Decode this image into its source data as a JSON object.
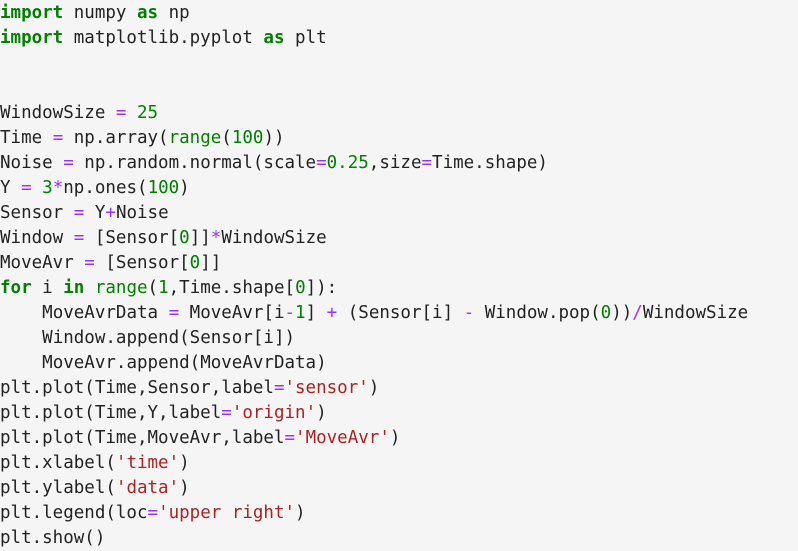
{
  "editor": {
    "language": "python",
    "background_color": "#f5f5f5",
    "default_text_color": "#222222",
    "palette": {
      "keyword": "#007f00",
      "number": "#008000",
      "builtin": "#008000",
      "operator": "#9b30ff",
      "string": "#aa2222",
      "text": "#222222"
    },
    "lines": [
      {
        "index": 1,
        "indent": 0,
        "tokens": [
          {
            "t": "import",
            "c": "kw"
          },
          {
            "t": " numpy ",
            "c": "text"
          },
          {
            "t": "as",
            "c": "kw"
          },
          {
            "t": " np",
            "c": "text"
          }
        ]
      },
      {
        "index": 2,
        "indent": 0,
        "tokens": [
          {
            "t": "import",
            "c": "kw"
          },
          {
            "t": " matplotlib.pyplot ",
            "c": "text"
          },
          {
            "t": "as",
            "c": "kw"
          },
          {
            "t": " plt",
            "c": "text"
          }
        ]
      },
      {
        "index": 3,
        "indent": 0,
        "tokens": []
      },
      {
        "index": 4,
        "indent": 0,
        "tokens": []
      },
      {
        "index": 5,
        "indent": 0,
        "tokens": [
          {
            "t": "WindowSize ",
            "c": "text"
          },
          {
            "t": "=",
            "c": "op"
          },
          {
            "t": " ",
            "c": "text"
          },
          {
            "t": "25",
            "c": "num"
          }
        ]
      },
      {
        "index": 6,
        "indent": 0,
        "tokens": [
          {
            "t": "Time ",
            "c": "text"
          },
          {
            "t": "=",
            "c": "op"
          },
          {
            "t": " np.array(",
            "c": "text"
          },
          {
            "t": "range",
            "c": "builtin"
          },
          {
            "t": "(",
            "c": "text"
          },
          {
            "t": "100",
            "c": "num"
          },
          {
            "t": "))",
            "c": "text"
          }
        ]
      },
      {
        "index": 7,
        "indent": 0,
        "tokens": [
          {
            "t": "Noise ",
            "c": "text"
          },
          {
            "t": "=",
            "c": "op"
          },
          {
            "t": " np.random.normal(scale",
            "c": "text"
          },
          {
            "t": "=",
            "c": "op"
          },
          {
            "t": "0.25",
            "c": "num"
          },
          {
            "t": ",size",
            "c": "text"
          },
          {
            "t": "=",
            "c": "op"
          },
          {
            "t": "Time.shape)",
            "c": "text"
          }
        ]
      },
      {
        "index": 8,
        "indent": 0,
        "tokens": [
          {
            "t": "Y ",
            "c": "text"
          },
          {
            "t": "=",
            "c": "op"
          },
          {
            "t": " ",
            "c": "text"
          },
          {
            "t": "3",
            "c": "num"
          },
          {
            "t": "*",
            "c": "op"
          },
          {
            "t": "np.ones(",
            "c": "text"
          },
          {
            "t": "100",
            "c": "num"
          },
          {
            "t": ")",
            "c": "text"
          }
        ]
      },
      {
        "index": 9,
        "indent": 0,
        "tokens": [
          {
            "t": "Sensor ",
            "c": "text"
          },
          {
            "t": "=",
            "c": "op"
          },
          {
            "t": " Y",
            "c": "text"
          },
          {
            "t": "+",
            "c": "op"
          },
          {
            "t": "Noise",
            "c": "text"
          }
        ]
      },
      {
        "index": 10,
        "indent": 0,
        "tokens": [
          {
            "t": "Window ",
            "c": "text"
          },
          {
            "t": "=",
            "c": "op"
          },
          {
            "t": " [Sensor[",
            "c": "text"
          },
          {
            "t": "0",
            "c": "num"
          },
          {
            "t": "]]",
            "c": "text"
          },
          {
            "t": "*",
            "c": "op"
          },
          {
            "t": "WindowSize",
            "c": "text"
          }
        ]
      },
      {
        "index": 11,
        "indent": 0,
        "tokens": [
          {
            "t": "MoveAvr ",
            "c": "text"
          },
          {
            "t": "=",
            "c": "op"
          },
          {
            "t": " [Sensor[",
            "c": "text"
          },
          {
            "t": "0",
            "c": "num"
          },
          {
            "t": "]]",
            "c": "text"
          }
        ]
      },
      {
        "index": 12,
        "indent": 0,
        "tokens": [
          {
            "t": "for",
            "c": "kw"
          },
          {
            "t": " i ",
            "c": "text"
          },
          {
            "t": "in",
            "c": "kw"
          },
          {
            "t": " ",
            "c": "text"
          },
          {
            "t": "range",
            "c": "builtin"
          },
          {
            "t": "(",
            "c": "text"
          },
          {
            "t": "1",
            "c": "num"
          },
          {
            "t": ",Time.shape[",
            "c": "text"
          },
          {
            "t": "0",
            "c": "num"
          },
          {
            "t": "]):",
            "c": "text"
          }
        ]
      },
      {
        "index": 13,
        "indent": 4,
        "tokens": [
          {
            "t": "MoveAvrData ",
            "c": "text"
          },
          {
            "t": "=",
            "c": "op"
          },
          {
            "t": " MoveAvr[i",
            "c": "text"
          },
          {
            "t": "-",
            "c": "op"
          },
          {
            "t": "1",
            "c": "num"
          },
          {
            "t": "] ",
            "c": "text"
          },
          {
            "t": "+",
            "c": "op"
          },
          {
            "t": " (Sensor[i] ",
            "c": "text"
          },
          {
            "t": "-",
            "c": "op"
          },
          {
            "t": " Window.pop(",
            "c": "text"
          },
          {
            "t": "0",
            "c": "num"
          },
          {
            "t": "))",
            "c": "text"
          },
          {
            "t": "/",
            "c": "op"
          },
          {
            "t": "WindowSize",
            "c": "text"
          }
        ]
      },
      {
        "index": 14,
        "indent": 4,
        "tokens": [
          {
            "t": "Window.append(Sensor[i])",
            "c": "text"
          }
        ]
      },
      {
        "index": 15,
        "indent": 4,
        "tokens": [
          {
            "t": "MoveAvr.append(MoveAvrData)",
            "c": "text"
          }
        ]
      },
      {
        "index": 16,
        "indent": 0,
        "tokens": [
          {
            "t": "plt.plot(Time,Sensor,label",
            "c": "text"
          },
          {
            "t": "=",
            "c": "op"
          },
          {
            "t": "'sensor'",
            "c": "str"
          },
          {
            "t": ")",
            "c": "text"
          }
        ]
      },
      {
        "index": 17,
        "indent": 0,
        "tokens": [
          {
            "t": "plt.plot(Time,Y,label",
            "c": "text"
          },
          {
            "t": "=",
            "c": "op"
          },
          {
            "t": "'origin'",
            "c": "str"
          },
          {
            "t": ")",
            "c": "text"
          }
        ]
      },
      {
        "index": 18,
        "indent": 0,
        "tokens": [
          {
            "t": "plt.plot(Time,MoveAvr,label",
            "c": "text"
          },
          {
            "t": "=",
            "c": "op"
          },
          {
            "t": "'MoveAvr'",
            "c": "str"
          },
          {
            "t": ")",
            "c": "text"
          }
        ]
      },
      {
        "index": 19,
        "indent": 0,
        "tokens": [
          {
            "t": "plt.xlabel(",
            "c": "text"
          },
          {
            "t": "'time'",
            "c": "str"
          },
          {
            "t": ")",
            "c": "text"
          }
        ]
      },
      {
        "index": 20,
        "indent": 0,
        "tokens": [
          {
            "t": "plt.ylabel(",
            "c": "text"
          },
          {
            "t": "'data'",
            "c": "str"
          },
          {
            "t": ")",
            "c": "text"
          }
        ]
      },
      {
        "index": 21,
        "indent": 0,
        "tokens": [
          {
            "t": "plt.legend(loc",
            "c": "text"
          },
          {
            "t": "=",
            "c": "op"
          },
          {
            "t": "'upper right'",
            "c": "str"
          },
          {
            "t": ")",
            "c": "text"
          }
        ]
      },
      {
        "index": 22,
        "indent": 0,
        "tokens": [
          {
            "t": "plt.show()",
            "c": "text"
          }
        ]
      }
    ]
  }
}
